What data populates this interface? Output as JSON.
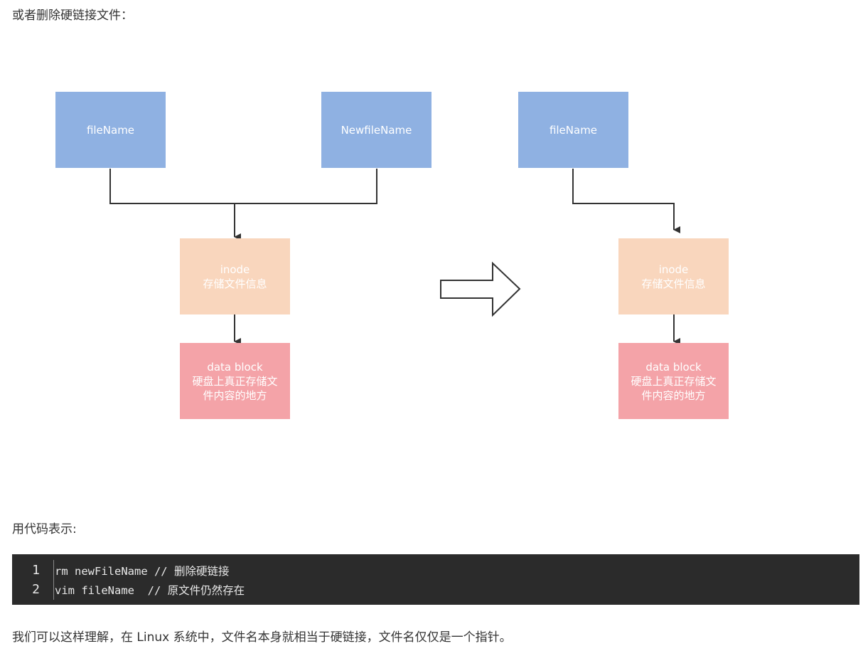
{
  "paragraphs": {
    "intro": "或者删除硬链接文件：",
    "code_intro": "用代码表示:",
    "outro": "我们可以这样理解，在 Linux 系统中，文件名本身就相当于硬链接，文件名仅仅是一个指针。"
  },
  "diagram": {
    "left": {
      "filename": "fileName",
      "newfilename": "NewfileName",
      "inode": [
        "inode",
        "存储文件信息"
      ],
      "datablock": [
        "data block",
        "硬盘上真正存储文",
        "件内容的地方"
      ]
    },
    "right": {
      "filename": "fileName",
      "inode": [
        "inode",
        "存储文件信息"
      ],
      "datablock": [
        "data block",
        "硬盘上真正存储文",
        "件内容的地方"
      ]
    },
    "colors": {
      "filename_box": "#8fb1e2",
      "inode_box": "#f9d6bd",
      "datablock_box": "#f4a3a8",
      "connector": "#333333"
    }
  },
  "code": {
    "lines": [
      {
        "number": "1",
        "text": "rm newFileName // 删除硬链接"
      },
      {
        "number": "2",
        "text": "vim fileName  // 原文件仍然存在"
      }
    ],
    "background": "#2b2b2b"
  }
}
